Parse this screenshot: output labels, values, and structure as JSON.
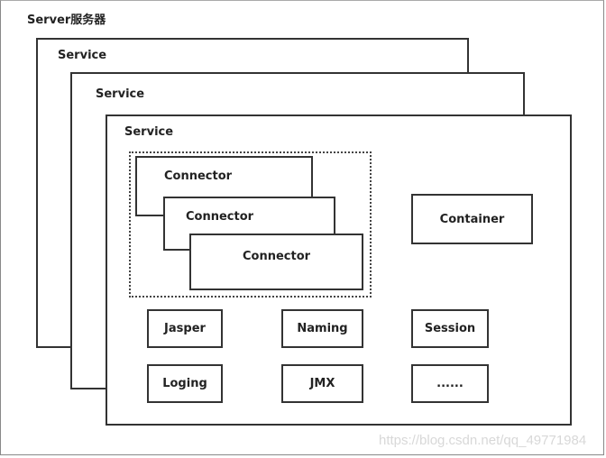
{
  "server": {
    "label": "Server服务器"
  },
  "services": [
    "Service",
    "Service",
    "Service"
  ],
  "connectors": [
    "Connector",
    "Connector",
    "Connector"
  ],
  "container": "Container",
  "components": [
    "Jasper",
    "Naming",
    "Session",
    "Loging",
    "JMX",
    "......"
  ],
  "watermark": "https://blog.csdn.net/qq_49771984"
}
